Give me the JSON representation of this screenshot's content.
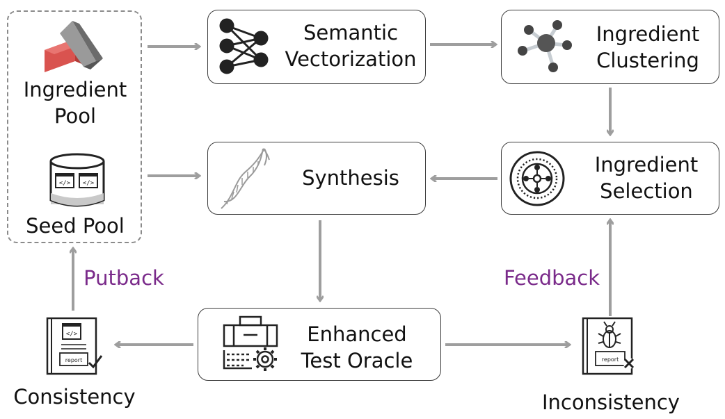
{
  "pool": {
    "ingredient_line1": "Ingredient",
    "ingredient_line2": "Pool",
    "seed": "Seed Pool"
  },
  "nodes": {
    "semantic_line1": "Semantic",
    "semantic_line2": "Vectorization",
    "clustering_line1": "Ingredient",
    "clustering_line2": "Clustering",
    "synthesis": "Synthesis",
    "selection_line1": "Ingredient",
    "selection_line2": "Selection",
    "oracle_line1": "Enhanced",
    "oracle_line2": "Test Oracle"
  },
  "outcomes": {
    "consistency": "Consistency",
    "inconsistency": "Inconsistency",
    "report_label": "report",
    "code_glyph": "</>"
  },
  "edges": {
    "putback": "Putback",
    "feedback": "Feedback"
  },
  "colors": {
    "arrow": "#9e9e9e",
    "label_accent": "#7a2a8a",
    "brick_red": "#d9534f"
  }
}
